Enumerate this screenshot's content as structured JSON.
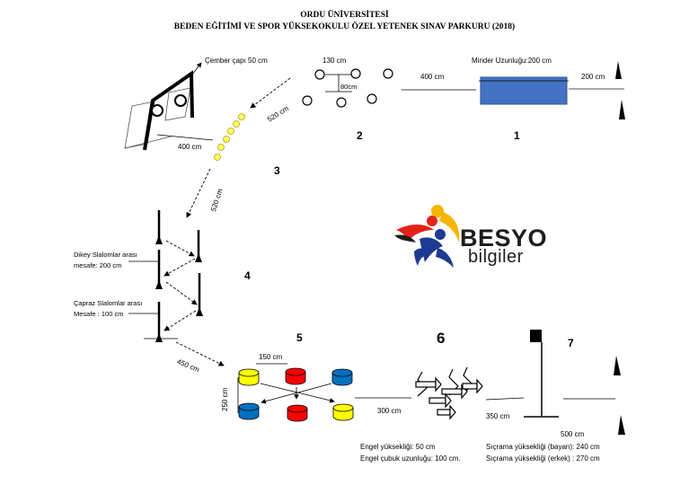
{
  "title": {
    "line1": "ORDU ÜNİVERSİTESİ",
    "line2": "BEDEN EĞİTİMİ VE SPOR YÜKSEKOKULU ÖZEL YETENEK SINAV PARKURU (2018)"
  },
  "stations": {
    "s1": "1",
    "s2": "2",
    "s3": "3",
    "s4": "4",
    "s5": "5",
    "s6": "6",
    "s7": "7"
  },
  "labels": {
    "cember_capi": "Çember çapı 50 cm",
    "dist_130": "130 cm",
    "dist_80": "80cm",
    "dist_400_top": "400 cm",
    "minder": "Minder Uzunluğu:200 cm",
    "dist_200": "200 cm",
    "dist_520_diag": "520 cm",
    "dist_400_left": "400 cm",
    "dist_520_vert": "520 cm",
    "dikey_1": "Dikey Slalomlar arası",
    "dikey_2": "mesafe: 200 cm",
    "capraz_1": "Çapraz Slalomlar arası",
    "capraz_2": "Mesafe : 100 cm",
    "dist_450": "450 cm",
    "dist_150": "150 cm",
    "dist_250": "250 cm",
    "dist_300": "300 cm",
    "dist_350": "350 cm",
    "dist_500": "500 cm",
    "engel_yuk": "Engel yüksekliği: 50 cm",
    "engel_cubuk": "Engel çubuk uzunluğu: 100 cm.",
    "sicrama_bayan": "Sıçrama yüksekliği (bayan): 240 cm",
    "sicrama_erkek": "Sıçrama yüksekliği (erkek) : 270 cm"
  },
  "logo": {
    "main": "BESYO",
    "sub": "bilgiler"
  },
  "colors": {
    "mat": "#4472c4",
    "cone_yellow": "#ffff00",
    "cone_red": "#ff0000",
    "cone_blue": "#0070c0",
    "ball_yellow": "#ffff66",
    "logo_red": "#e2231a",
    "logo_yellow": "#f7b500",
    "logo_blue": "#1f3a93"
  }
}
